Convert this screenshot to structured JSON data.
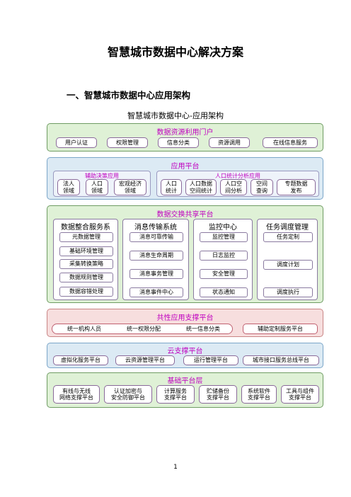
{
  "doc": {
    "title": "智慧城市数据中心解决方案",
    "section": "一、智慧城市数据中心应用架构",
    "diagram_title": "智慧城市数据中心-应用架构",
    "page_number": "1"
  },
  "portal": {
    "title": "数据资源利用门户",
    "items": [
      "用户认证",
      "权限管理",
      "信息分类",
      "资源调用",
      "在线信息服务"
    ]
  },
  "app_platform": {
    "title": "应用平台",
    "decision": {
      "label": "辅助决策应用",
      "items": [
        "法人\n领域",
        "人口\n领域",
        "宏观经济\n领域"
      ]
    },
    "population": {
      "label": "人口统计分析应用",
      "items": [
        "人口\n统计",
        "人口数据\n空间统计",
        "人口空\n间分析",
        "空间\n查询",
        "专题数据\n发布"
      ]
    }
  },
  "exchange": {
    "title": "数据交换共享平台",
    "columns": [
      {
        "title": "数据整合服务系",
        "items": [
          "元数据管理",
          "基础环境管理",
          "采集转换策略",
          "数据规则管理",
          "数据容错处理"
        ]
      },
      {
        "title": "消息传输系统",
        "items": [
          "消息可靠传输",
          "消息生命周期",
          "消息事务管理",
          "消息事件中心"
        ]
      },
      {
        "title": "监控中心",
        "items": [
          "监控管理",
          "日志监控",
          "安全管理",
          "状态通知"
        ]
      },
      {
        "title": "任务调度管理",
        "items": [
          "任务定制",
          "调度计划",
          "调度执行"
        ]
      }
    ]
  },
  "common": {
    "title": "共性应用支撑平台",
    "items": [
      "统一机构人员",
      "统一权限分配",
      "统一信息分类",
      "辅助定制服务平台"
    ]
  },
  "cloud": {
    "title": "云支撑平台",
    "items": [
      "虚拟化服务平台",
      "云资源管理平台",
      "运行管理平台",
      "城市接口服务总线平台"
    ]
  },
  "base": {
    "title": "基础平台层",
    "items": [
      "有线与无线\n网络支撑平台",
      "认证加密与\n安全防御平台",
      "计算服务\n支撑平台",
      "贮储备份\n支撑平台",
      "系统软件\n支撑平台",
      "工具与组件\n支撑平台"
    ]
  }
}
